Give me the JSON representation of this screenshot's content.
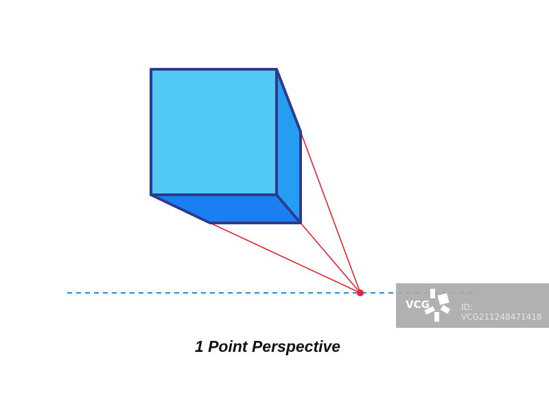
{
  "caption": "1 Point Perspective",
  "watermark": {
    "logo": "VCG",
    "id": "ID: VCG211248471418"
  },
  "colors": {
    "front_face": "#52c8f5",
    "right_face": "#259df0",
    "bottom_face": "#1a7ff0",
    "edge": "#2e3a8f",
    "projection_lines": "#e8202a",
    "vanishing_point": "#e8204a",
    "horizon": "#1a8fcf"
  }
}
